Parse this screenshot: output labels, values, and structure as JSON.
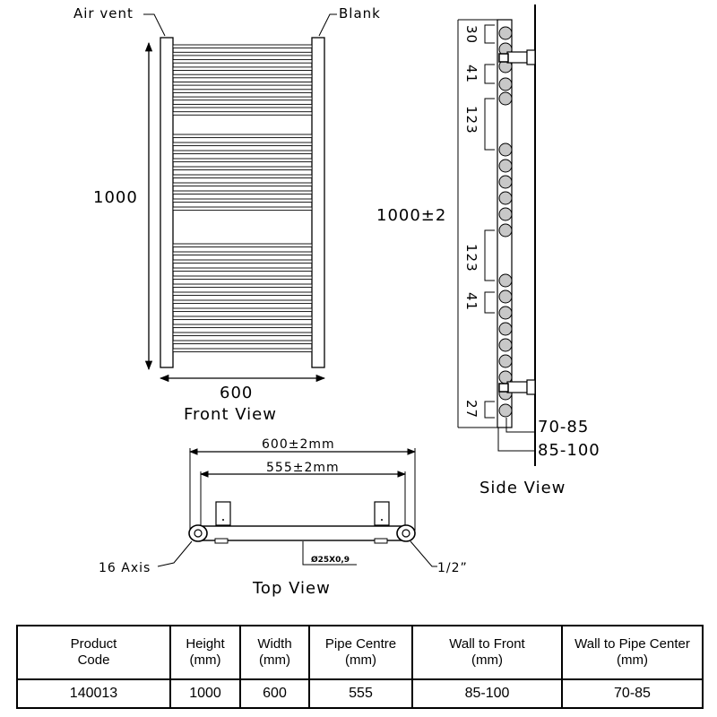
{
  "front_view": {
    "title": "Front View",
    "air_vent_label": "Air vent",
    "blank_label": "Blank",
    "height_dim": "1000",
    "width_dim": "600"
  },
  "side_view": {
    "title": "Side View",
    "height_dim": "1000±2",
    "spacing_dims": [
      "30",
      "41",
      "123",
      "123",
      "41",
      "27"
    ],
    "wall_to_pipe": "70-85",
    "wall_to_front": "85-100"
  },
  "top_view": {
    "title": "Top View",
    "overall_width": "600±2mm",
    "pipe_centre": "555±2mm",
    "tube_size": "Ø25X0,9",
    "axis_label": "16 Axis",
    "thread_label": "1/2”"
  },
  "spec_table": {
    "headers": [
      "Product\nCode",
      "Height\n(mm)",
      "Width\n(mm)",
      "Pipe Centre\n(mm)",
      "Wall to Front\n(mm)",
      "Wall to Pipe Center\n(mm)"
    ],
    "row": [
      "140013",
      "1000",
      "600",
      "555",
      "85-100",
      "70-85"
    ]
  }
}
